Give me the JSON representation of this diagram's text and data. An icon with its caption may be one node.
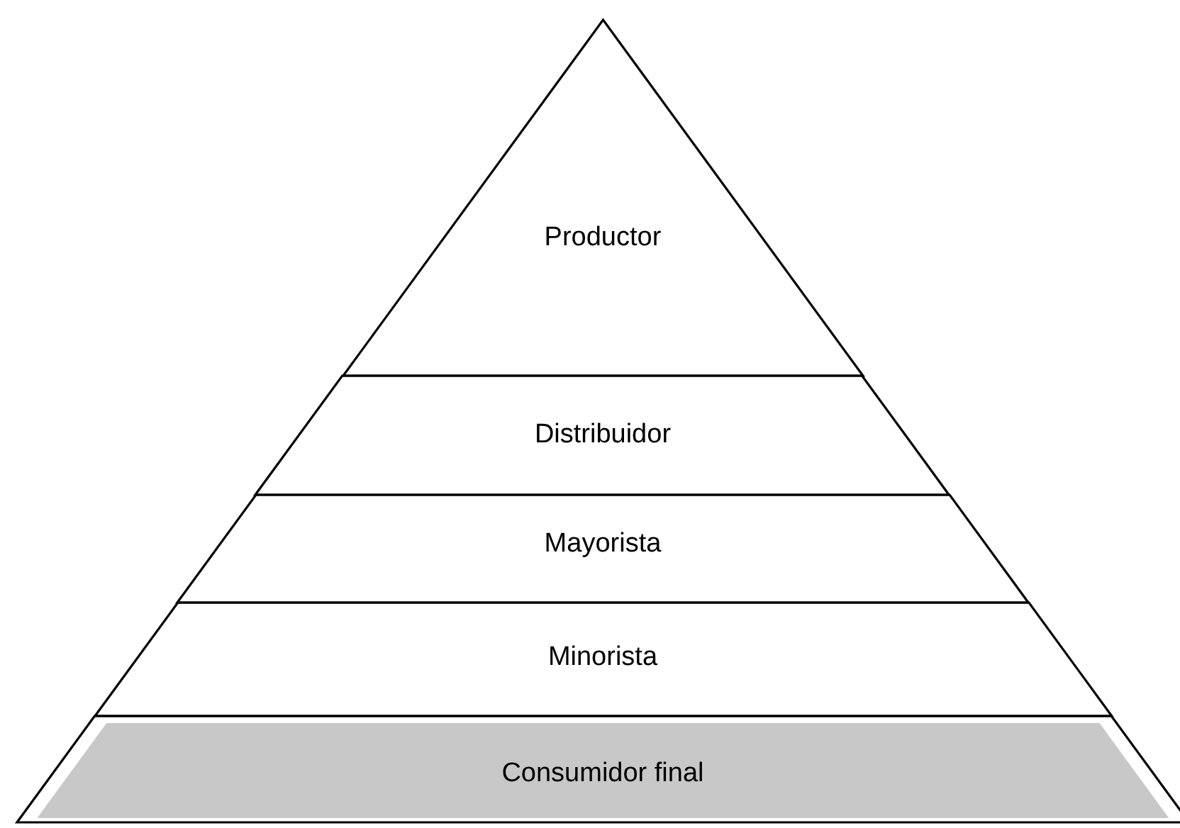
{
  "diagram": {
    "nodes": [
      {
        "text": [
          "Productor"
        ]
      },
      {
        "text": [
          "Distribuidor"
        ]
      },
      {
        "text": [
          "Mayorista"
        ]
      },
      {
        "text": [
          "Minorista"
        ]
      },
      {
        "text": [
          "Consumidor final"
        ]
      }
    ]
  }
}
